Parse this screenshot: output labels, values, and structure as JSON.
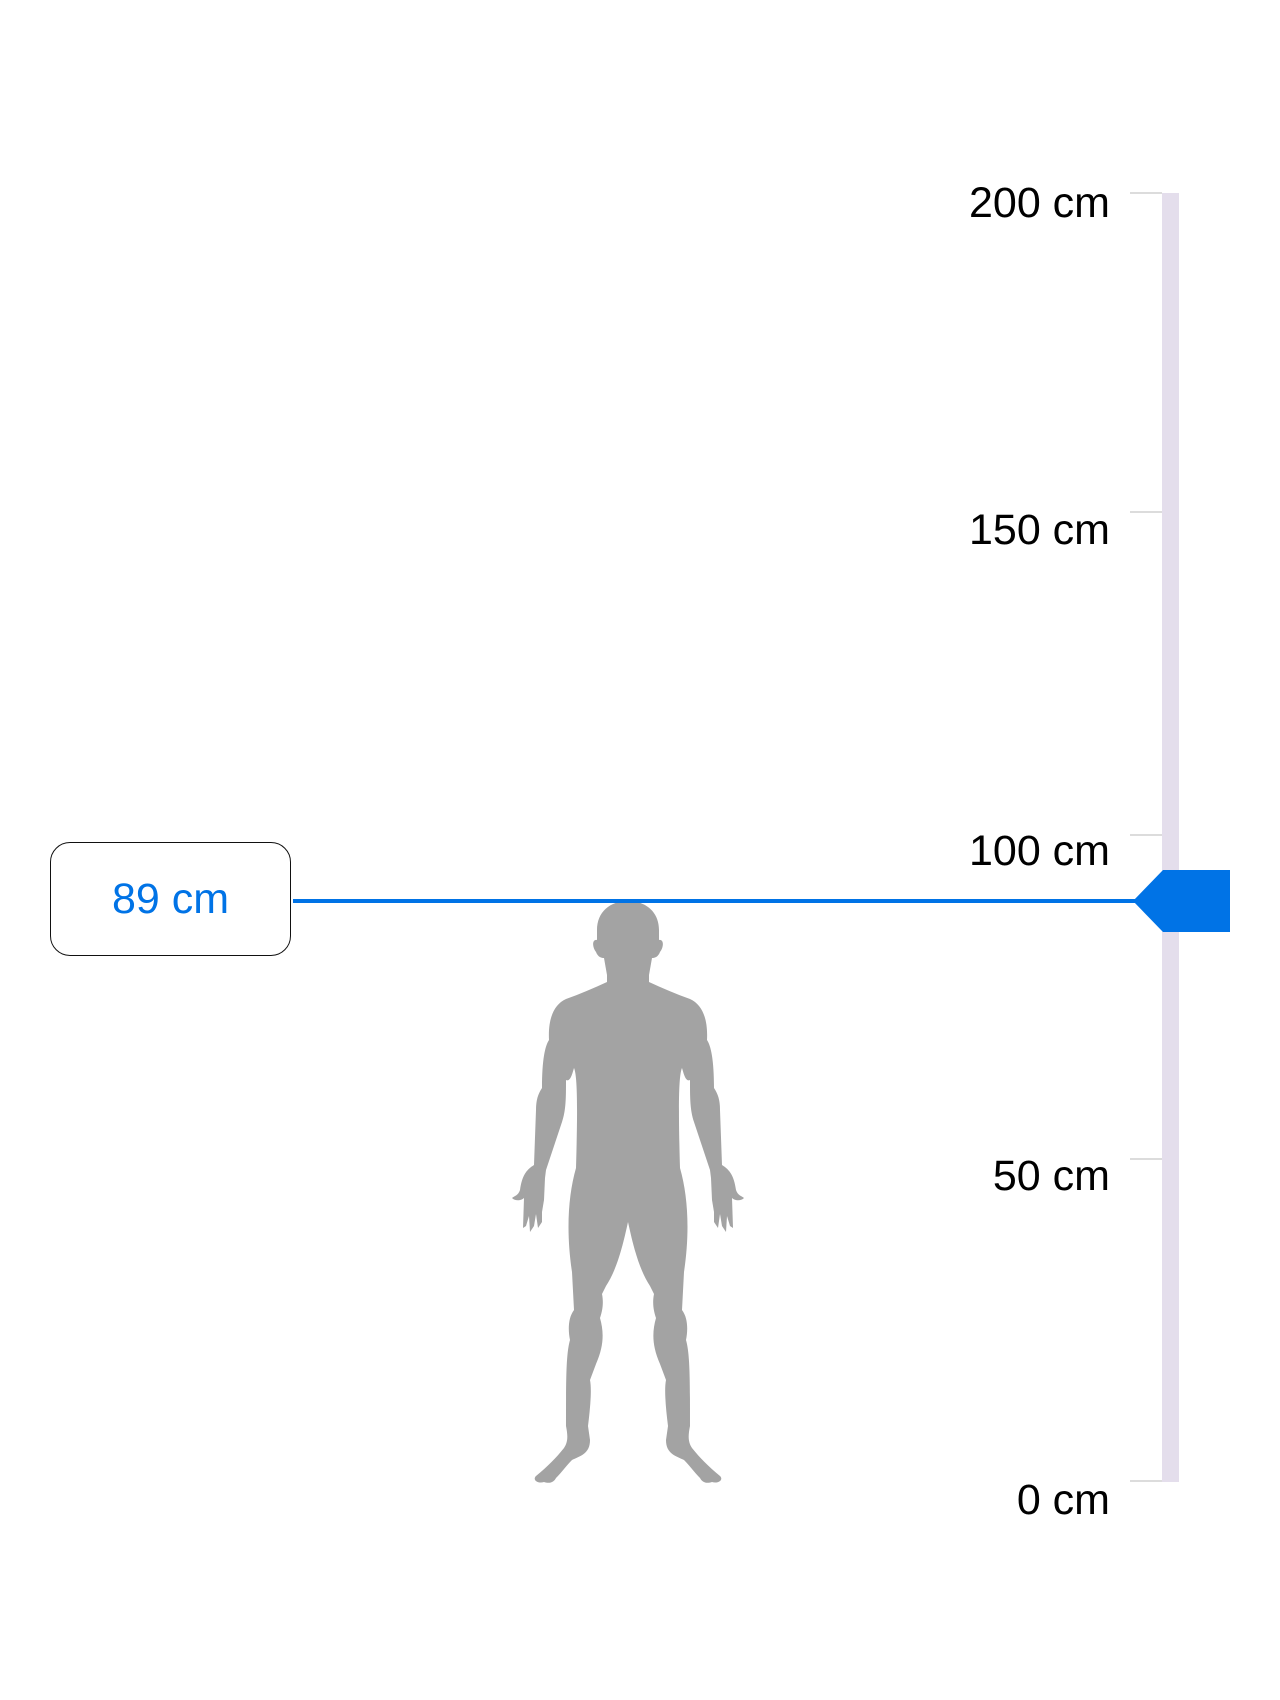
{
  "height_picker": {
    "unit": "cm",
    "selected_value": 89,
    "selected_label": "89 cm",
    "min": 0,
    "max": 200,
    "colors": {
      "accent": "#0073e6",
      "track": "#e4deec",
      "tick": "#dcdcdc",
      "label": "#000000",
      "silhouette": "#a3a3a3"
    },
    "ticks": [
      {
        "value": 200,
        "label": "200 cm"
      },
      {
        "value": 150,
        "label": "150 cm"
      },
      {
        "value": 100,
        "label": "100 cm"
      },
      {
        "value": 50,
        "label": "50 cm"
      },
      {
        "value": 0,
        "label": "0 cm"
      }
    ],
    "icons": {
      "handle": "slider-handle-arrow-icon",
      "figure": "human-silhouette-icon"
    }
  }
}
